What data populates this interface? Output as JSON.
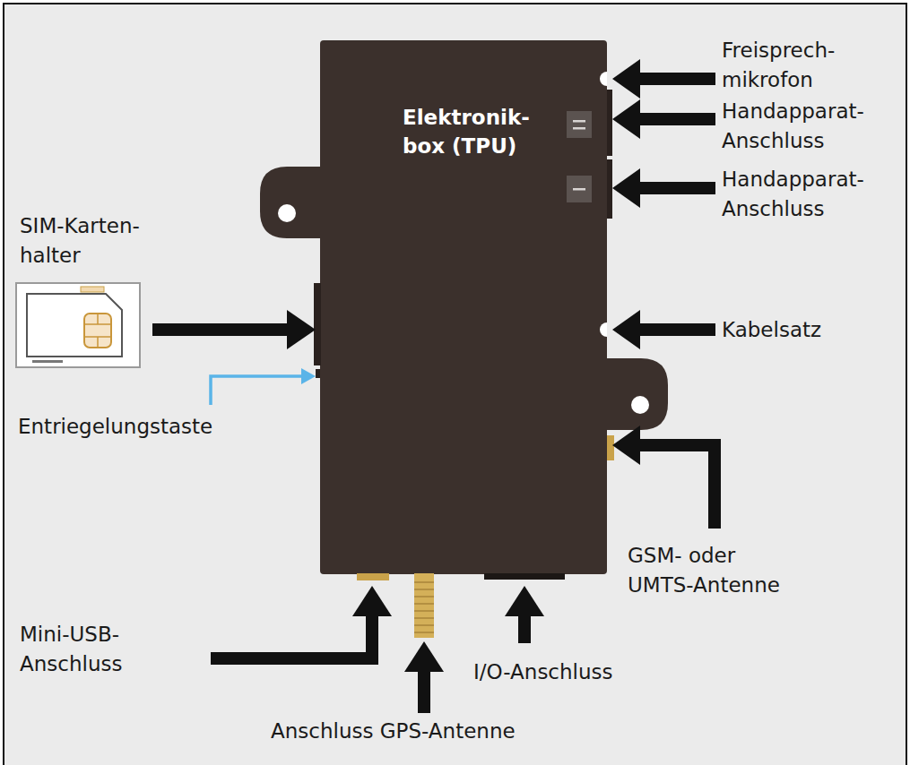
{
  "diagram": {
    "nodes": [
      {
        "text": [
          "Elektronik- box (TPU)"
        ]
      }
    ],
    "labels": [
      "Freisprech- mikrofon",
      "Handapparat- Anschluss",
      "Handapparat- Anschluss",
      "SIM-Karten- halter",
      "Kabelsatz",
      "Entriegelungstaste",
      "GSM- oder UMTS-Antenne",
      "Mini-USB- Anschluss",
      "I/O-Anschluss",
      "Anschluss GPS-Antenne"
    ]
  }
}
